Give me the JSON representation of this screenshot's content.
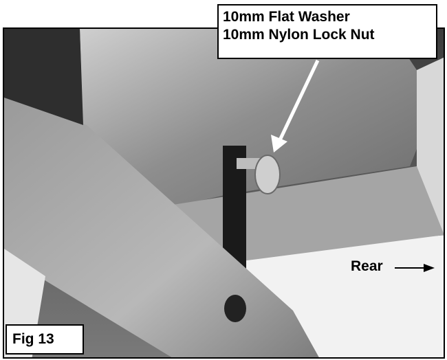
{
  "callout": {
    "line1": "10mm Flat Washer",
    "line2": "10mm Nylon Lock Nut"
  },
  "figure_label": "Fig 13",
  "direction_label": "Rear",
  "icons": {
    "pointer": "arrow-pointer-icon",
    "direction": "arrow-right-icon"
  },
  "colors": {
    "frame": "#000000",
    "label_bg": "#ffffff",
    "pointer_arrow": "#ffffff"
  }
}
